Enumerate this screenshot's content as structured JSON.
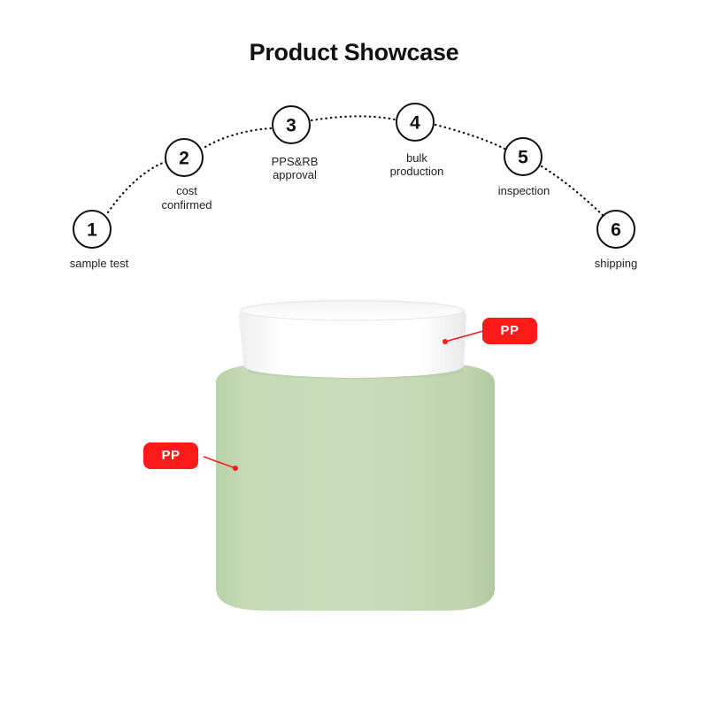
{
  "page": {
    "title": "Product Showcase"
  },
  "steps": [
    {
      "number": "1",
      "label_lines": [
        "sample test"
      ]
    },
    {
      "number": "2",
      "label_lines": [
        "cost",
        "confirmed"
      ]
    },
    {
      "number": "3",
      "label_lines": [
        "PPS&RB",
        "approval"
      ]
    },
    {
      "number": "4",
      "label_lines": [
        "bulk",
        "production"
      ]
    },
    {
      "number": "5",
      "label_lines": [
        "inspection"
      ]
    },
    {
      "number": "6",
      "label_lines": [
        "shipping"
      ]
    }
  ],
  "callouts": {
    "lid_material": "PP",
    "jar_material": "PP"
  },
  "colors": {
    "callout_red": "#ff1a1a",
    "jar_green": "#c4dab4",
    "lid_white": "#ffffff",
    "connector_dots": "#111111"
  }
}
